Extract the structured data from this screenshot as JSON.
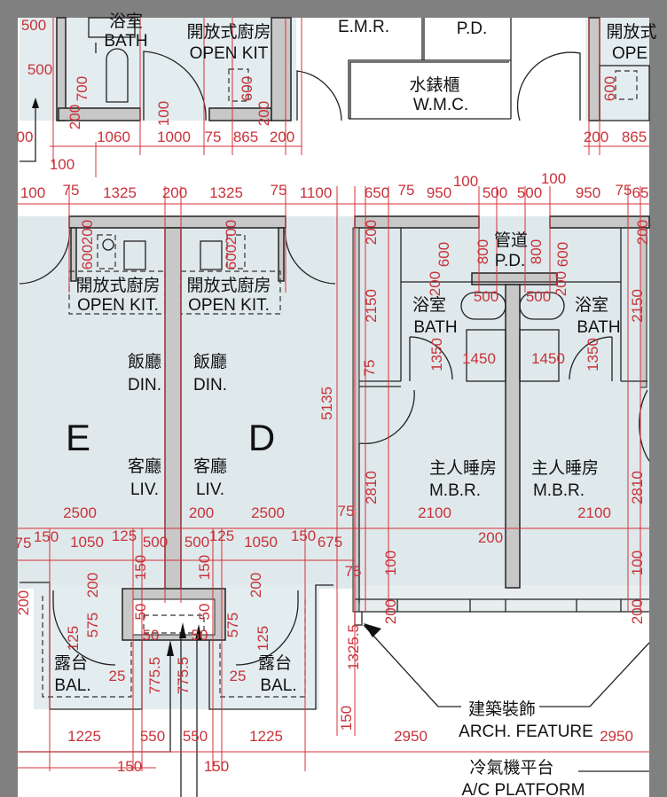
{
  "top_strip": {
    "rooms": [
      "浴室",
      "BATH",
      "開放式廚房",
      "OPEN KIT",
      "E.M.R.",
      "P.D.",
      "水錶櫃",
      "W.M.C.",
      "開放式",
      "OPE"
    ]
  },
  "units": {
    "left": "E",
    "right": "D"
  },
  "rooms": [
    "開放式廚房",
    "OPEN KIT.",
    "開放式廚房",
    "OPEN KIT.",
    "飯廳",
    "DIN.",
    "飯廳",
    "DIN.",
    "客廳",
    "LIV.",
    "客廳",
    "LIV.",
    "管道",
    "P.D.",
    "浴室",
    "BATH",
    "浴室",
    "BATH",
    "主人睡房",
    "M.B.R.",
    "主人睡房",
    "M.B.R.",
    "露台",
    "BAL.",
    "露台",
    "BAL."
  ],
  "annotations": {
    "arch_feature_zh": "建築裝飾",
    "arch_feature_en": "ARCH. FEATURE",
    "ac_platform_zh": "冷氣機平台",
    "ac_platform_en": "A/C PLATFORM"
  },
  "dimensions": [
    "500",
    "500",
    "700",
    "200",
    "100",
    "600",
    "200",
    "600",
    "00",
    "1060",
    "1000",
    "75",
    "865",
    "200",
    "100",
    "200",
    "865",
    "100",
    "75",
    "1325",
    "200",
    "1325",
    "75",
    "1100",
    "650",
    "75",
    "950",
    "100",
    "500",
    "500",
    "100",
    "950",
    "75",
    "65",
    "600",
    "200",
    "600",
    "200",
    "2150",
    "5135",
    "75",
    "600",
    "200",
    "1350",
    "800",
    "800",
    "600",
    "200",
    "1350",
    "2150",
    "200",
    "200",
    "2810",
    "2810",
    "500",
    "500",
    "1450",
    "1450",
    "2500",
    "200",
    "2500",
    "75",
    "2100",
    "2100",
    "200",
    "150",
    "1050",
    "125",
    "500",
    "500",
    "125",
    "1050",
    "150",
    "675",
    "75",
    "75",
    "100",
    "100",
    "200",
    "200",
    "1325.5",
    "150",
    "200",
    "575",
    "125",
    "150",
    "150",
    "50",
    "50",
    "50",
    "50",
    "775.5",
    "775.5",
    "200",
    "575",
    "125",
    "200",
    "25",
    "25",
    "1225",
    "550",
    "550",
    "1225",
    "150",
    "150",
    "2950",
    "2950"
  ]
}
